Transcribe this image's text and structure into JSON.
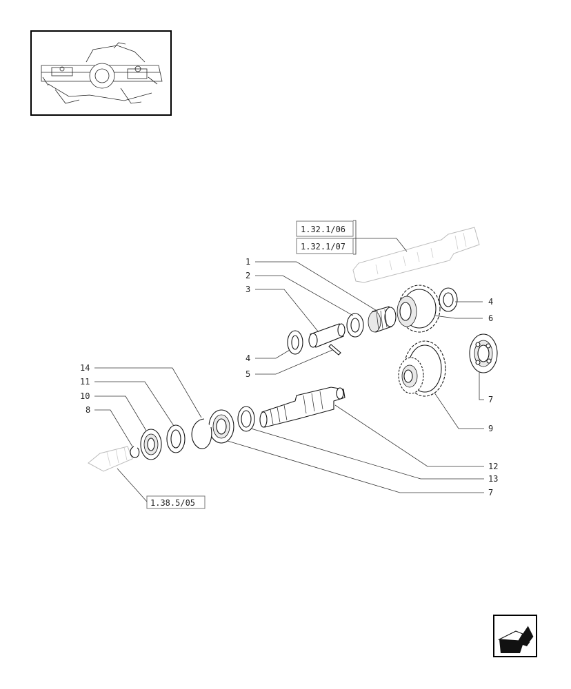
{
  "refs": {
    "r1": "1.32.1/06",
    "r2": "1.32.1/07",
    "r3": "1.38.5/05"
  },
  "callouts": {
    "c1": "1",
    "c2": "2",
    "c3": "3",
    "c4a": "4",
    "c5": "5",
    "c4b": "4",
    "c6": "6",
    "c7a": "7",
    "c9": "9",
    "c14": "14",
    "c11": "11",
    "c10": "10",
    "c8": "8",
    "c12": "12",
    "c13": "13",
    "c7b": "7"
  },
  "nav": {
    "icon": "exit-arrow-icon"
  }
}
